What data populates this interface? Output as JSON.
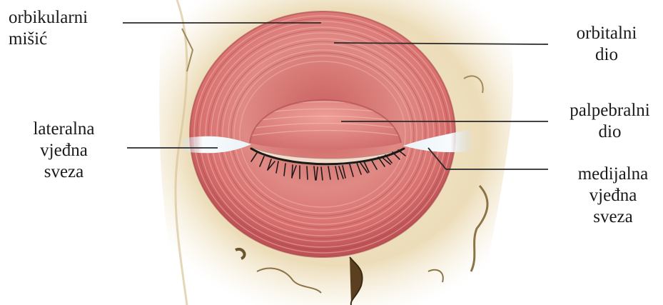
{
  "labels": {
    "orbicular_muscle": [
      "orbikularni",
      "mišić"
    ],
    "orbital_part": [
      "orbitalni",
      "dio"
    ],
    "palpebral_part": [
      "palpebralni",
      "dio"
    ],
    "lateral_palpebral_ligament": [
      "lateralna",
      "vjeđna",
      "sveza"
    ],
    "medial_palpebral_ligament": [
      "medijalna",
      "vjeđna",
      "sveza"
    ]
  },
  "colors": {
    "bone": "#efe2c4",
    "muscle": "#dc7f7c",
    "muscle_dark": "#b84f55",
    "ligament": "#f4f8fb",
    "lash": "#1d1a18",
    "leader_line": "#2a2a2a"
  }
}
